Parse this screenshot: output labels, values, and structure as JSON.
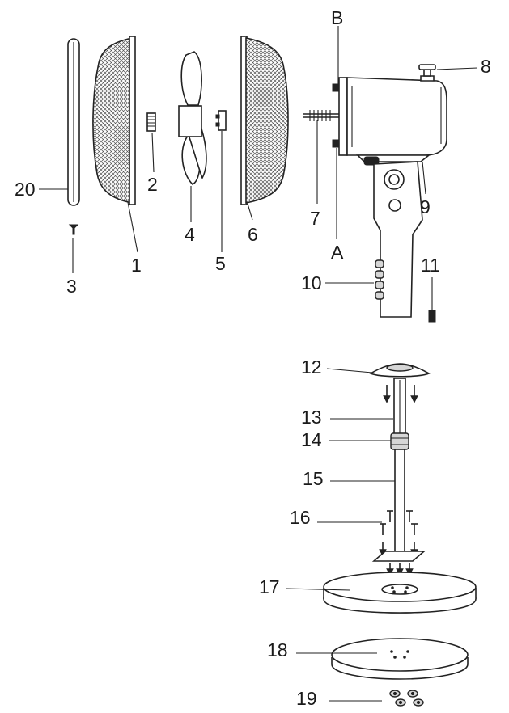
{
  "labels": {
    "p1": "1",
    "p2": "2",
    "p3": "3",
    "p4": "4",
    "p5": "5",
    "p6": "6",
    "p7": "7",
    "p8": "8",
    "p9": "9",
    "p10": "10",
    "p11": "11",
    "p12": "12",
    "p13": "13",
    "p14": "14",
    "p15": "15",
    "p16": "16",
    "p17": "17",
    "p18": "18",
    "p19": "19",
    "p20": "20",
    "pA": "A",
    "pB": "B"
  }
}
